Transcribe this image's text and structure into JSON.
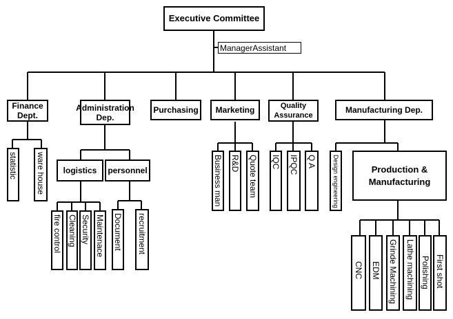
{
  "root": "Executive Committee",
  "assistant": "ManagerAssistant",
  "departments": {
    "finance": "Finance Dept.",
    "administration": "Administration Dep.",
    "purchasing": "Purchasing",
    "marketing": "Marketing",
    "quality": "Quality Assurance",
    "manufacturing": "Manufacturing Dep."
  },
  "finance_units": [
    "statistic",
    "ware house"
  ],
  "admin_groups": [
    "logistics",
    "personnel"
  ],
  "logistics_units": [
    "fire control",
    "Cleaning",
    "Security",
    "Maintenace"
  ],
  "personnel_units": [
    "Document",
    "recruitment"
  ],
  "marketing_units": [
    "Business man",
    "R&D",
    "Quote team"
  ],
  "quality_units": [
    "IQC",
    "IPQC",
    "Q A"
  ],
  "manufacturing_units": [
    "Design engineering",
    "Production & Manufacturing"
  ],
  "production_units": [
    "CNC",
    "EDM",
    "Grinde Machining",
    "Lathe machining",
    "Polishing",
    "First shot"
  ]
}
